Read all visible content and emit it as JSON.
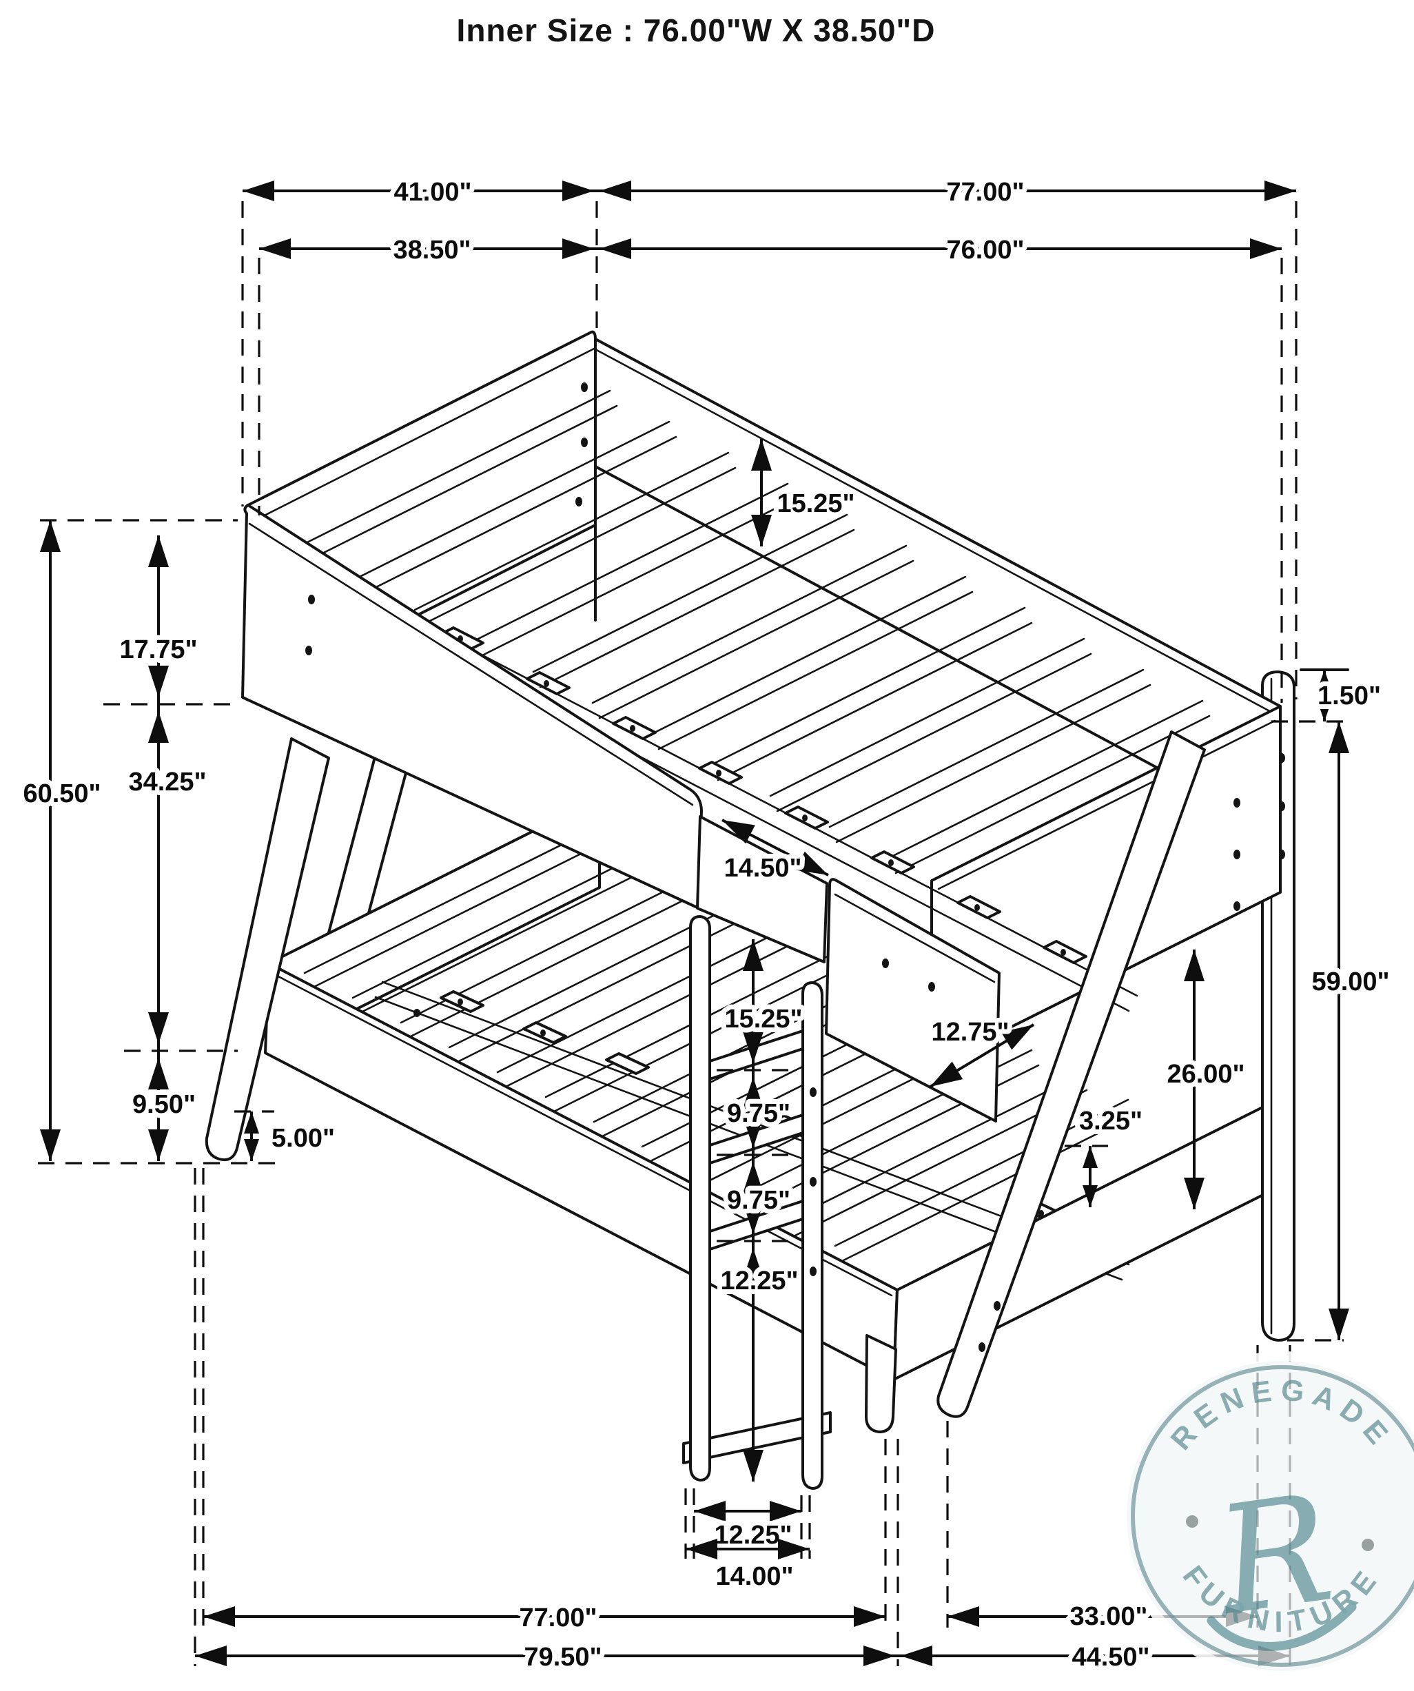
{
  "title": "Inner Size : 76.00\"W X  38.50\"D",
  "dims": {
    "top_depth_overall": "41.00\"",
    "top_length_overall": "77.00\"",
    "top_depth_inner": "38.50\"",
    "top_length_inner": "76.00\"",
    "left_panel_height": "17.75\"",
    "left_mid_height": "34.25\"",
    "left_total_height": "60.50\"",
    "left_base_height": "9.50\"",
    "left_rail_to_floor": "5.00\"",
    "rail_above_post": "1.50\"",
    "right_post_height": "59.00\"",
    "right_clearance": "26.00\"",
    "guard_gap": "12.75\"",
    "slat_block_height": "3.25\"",
    "upper_rail_height": "15.25\"",
    "entry_opening": "14.50\"",
    "ladder_top_gap": "15.25\"",
    "ladder_rung_gap_1": "9.75\"",
    "ladder_rung_gap_2": "9.75\"",
    "ladder_bottom_gap": "12.25\"",
    "ladder_inner_width": "12.25\"",
    "ladder_outer_width": "14.00\"",
    "bottom_bed_length": "77.00\"",
    "bottom_leg_spread": "33.00\"",
    "bottom_total_length": "79.50\"",
    "bottom_right_spread": "44.50\""
  },
  "watermark": {
    "arc_top": "RENEGADE",
    "arc_bottom": "FURNITURE",
    "monogram": "R"
  },
  "colors": {
    "line": "#141414",
    "watermark_ring": "#8caab0",
    "watermark_text": "#7da4a9",
    "watermark_monogram": "#6f9da4",
    "watermark_disc": "#f1f6f7",
    "watermark_dot": "#8f9696"
  }
}
